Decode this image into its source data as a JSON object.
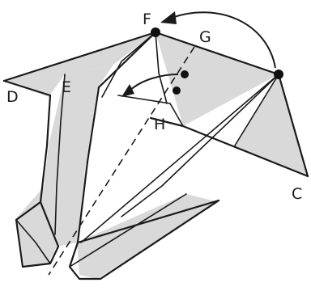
{
  "labels": {
    "D": "D",
    "E": "E",
    "F": "F",
    "G": "G",
    "H": "H",
    "C": "C"
  }
}
